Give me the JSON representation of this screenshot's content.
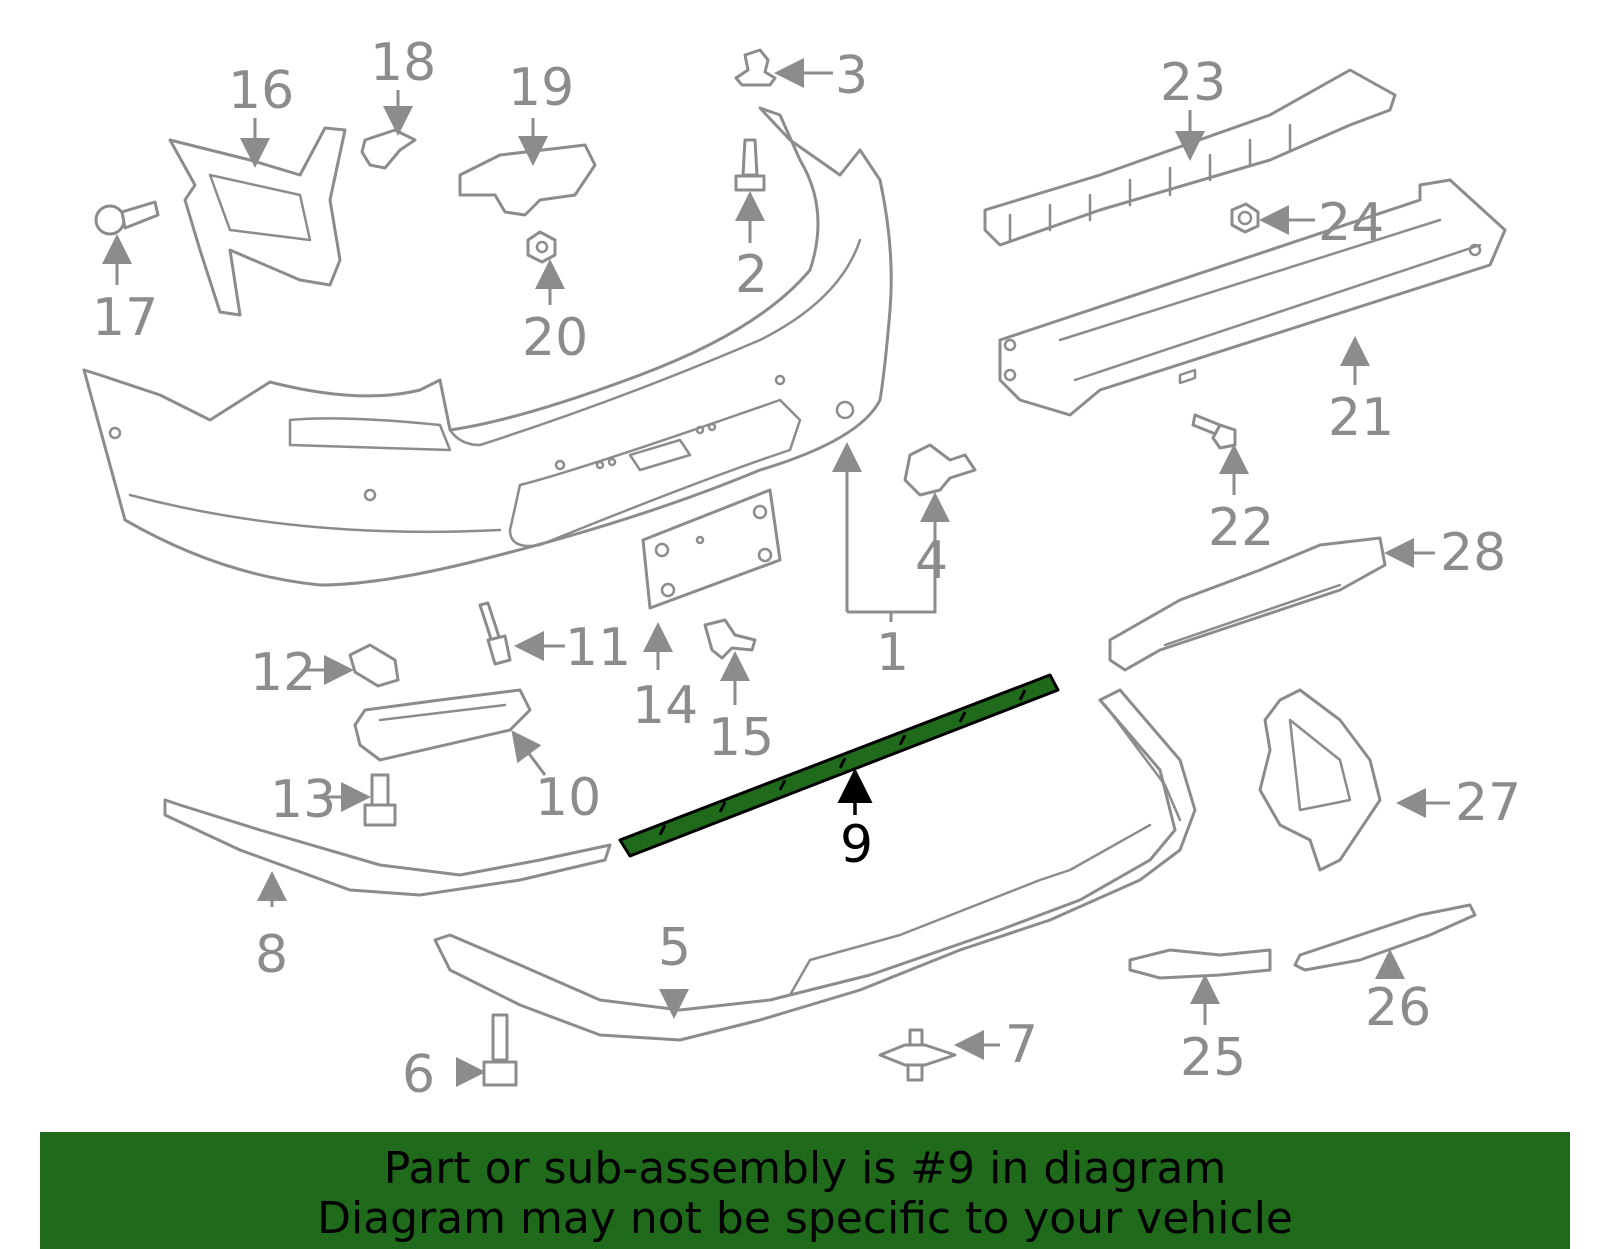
{
  "banner": {
    "line1": "Part or sub-assembly is #9 in diagram",
    "line2": "Diagram may not be specific to your vehicle"
  },
  "highlight": {
    "part_number": "9",
    "color": "#1f6b1b"
  },
  "callouts": {
    "c1": "1",
    "c2": "2",
    "c3": "3",
    "c4": "4",
    "c5": "5",
    "c6": "6",
    "c7": "7",
    "c8": "8",
    "c9": "9",
    "c10": "10",
    "c11": "11",
    "c12": "12",
    "c13": "13",
    "c14": "14",
    "c15": "15",
    "c16": "16",
    "c17": "17",
    "c18": "18",
    "c19": "19",
    "c20": "20",
    "c21": "21",
    "c22": "22",
    "c23": "23",
    "c24": "24",
    "c25": "25",
    "c26": "26",
    "c27": "27",
    "c28": "28"
  }
}
